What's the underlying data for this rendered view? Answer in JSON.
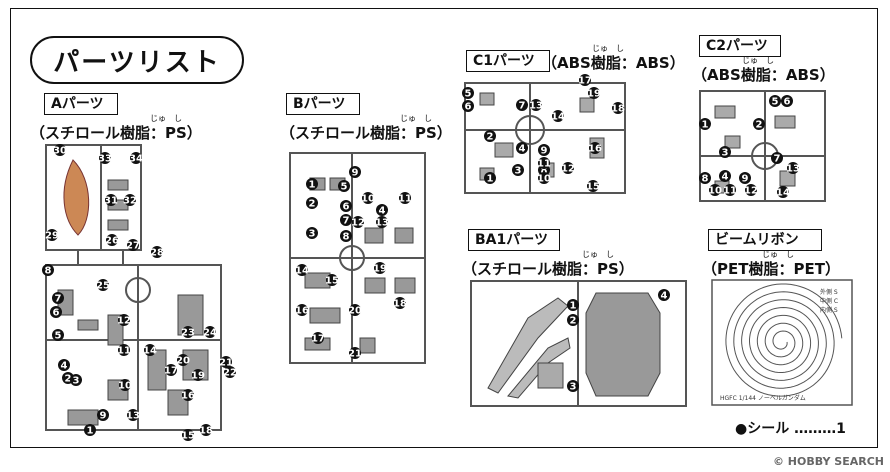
{
  "title": "パーツリスト",
  "parts": {
    "a": {
      "label": "Aパーツ",
      "material": "（スチロール樹脂：PS）",
      "ruby": "じゅ　し",
      "numbers": [
        "30",
        "33",
        "34",
        "31",
        "32",
        "29",
        "26",
        "27",
        "28",
        "8",
        "25",
        "7",
        "6",
        "5",
        "12",
        "11",
        "14",
        "4",
        "2",
        "3",
        "1",
        "9",
        "10",
        "13",
        "15",
        "17",
        "16",
        "18",
        "19",
        "20",
        "21",
        "22",
        "23",
        "24"
      ]
    },
    "b": {
      "label": "Bパーツ",
      "material": "（スチロール樹脂：PS）",
      "ruby": "じゅ　し",
      "numbers": [
        "1",
        "2",
        "3",
        "4",
        "5",
        "6",
        "7",
        "8",
        "9",
        "10",
        "11",
        "12",
        "13",
        "14",
        "15",
        "16",
        "17",
        "18",
        "19",
        "20",
        "21"
      ]
    },
    "c1": {
      "label": "C1パーツ",
      "material": "（ABS樹脂：ABS）",
      "ruby": "じゅ　し",
      "numbers": [
        "1",
        "2",
        "3",
        "4",
        "5",
        "6",
        "7",
        "8",
        "9",
        "10",
        "11",
        "12",
        "13",
        "14",
        "15",
        "16",
        "17",
        "18",
        "19"
      ]
    },
    "c2": {
      "label": "C2パーツ",
      "material": "（ABS樹脂：ABS）",
      "ruby": "じゅ　し",
      "numbers": [
        "1",
        "2",
        "3",
        "4",
        "5",
        "6",
        "7",
        "8",
        "9",
        "10",
        "11",
        "12",
        "13",
        "14"
      ]
    },
    "ba1": {
      "label": "BA1パーツ",
      "material": "（スチロール樹脂：PS）",
      "ruby": "じゅ　し",
      "numbers": [
        "1",
        "2",
        "3",
        "4"
      ]
    },
    "beam": {
      "label": "ビームリボン",
      "material": "（PET樹脂：PET）",
      "ruby": "じゅ　し",
      "caption": "HGFC 1/144 ノーベルガンダム",
      "legend": [
        "外側 S",
        "中側 C",
        "内側 S"
      ]
    }
  },
  "seal": "●シール ………1",
  "watermark": "© HOBBY SEARCH"
}
